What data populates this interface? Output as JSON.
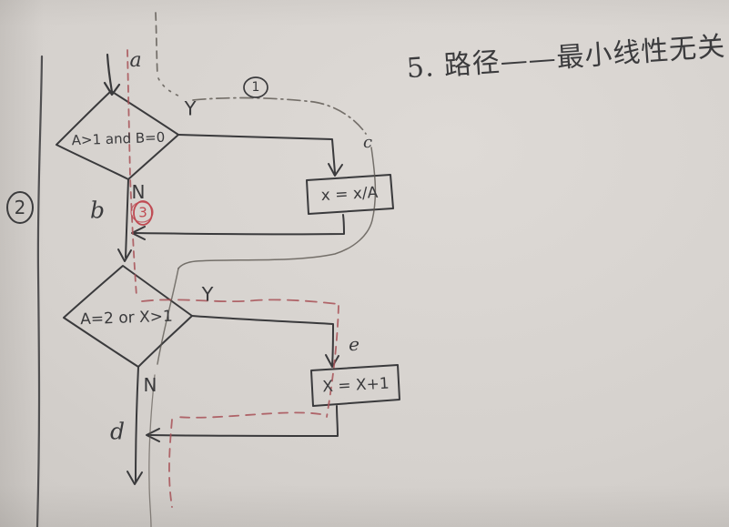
{
  "title": {
    "full": "5. 路径——最小线性无关"
  },
  "flowchart": {
    "decision1": {
      "condition": "A>1 and B=0",
      "yes": "Y",
      "no": "N"
    },
    "process1": {
      "statement": "x = x/A"
    },
    "decision2": {
      "condition": "A=2 or X>1",
      "yes": "Y",
      "no": "N"
    },
    "process2": {
      "statement": "X = X+1"
    },
    "edge_labels": {
      "a": "a",
      "b": "b",
      "c": "c",
      "d": "d",
      "e": "e"
    }
  },
  "path_markers": {
    "marker1": "1",
    "marker2": "2",
    "marker3": "3"
  },
  "colors": {
    "paper": "#d6d2ce",
    "ink": "#3a3a3c",
    "pencil": "#5a554f",
    "red": "#a85157",
    "red_marker": "#bf4a52"
  }
}
